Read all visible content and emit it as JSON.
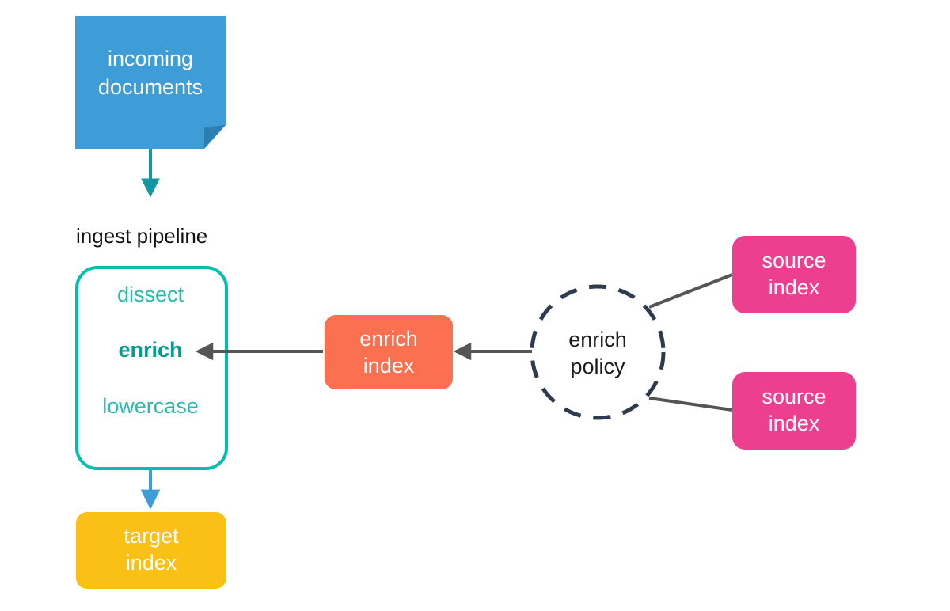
{
  "diagram": {
    "title": "ingest pipeline enrich flow",
    "background": "#ffffff",
    "captions": {
      "ingest_pipeline": "ingest pipeline"
    },
    "nodes": {
      "incoming_documents": {
        "label_line1": "incoming",
        "label_line2": "documents",
        "shape": "document-folded-corner",
        "fill": "#3e9dd6",
        "fold_fill": "#2b7fb3",
        "text_color": "#ffffff"
      },
      "pipeline_box": {
        "shape": "rounded-rectangle-outline",
        "stroke": "#00bfae",
        "fill": "#ffffff",
        "steps": [
          {
            "label": "dissect",
            "emphasis": "normal",
            "color": "#2bbbad"
          },
          {
            "label": "enrich",
            "emphasis": "bold",
            "color": "#029e92"
          },
          {
            "label": "lowercase",
            "emphasis": "normal",
            "color": "#2bbbad"
          }
        ]
      },
      "enrich_index": {
        "label_line1": "enrich",
        "label_line2": "index",
        "shape": "rounded-rectangle",
        "fill": "#fa7050",
        "text_color": "#ffffff"
      },
      "enrich_policy": {
        "label_line1": "enrich",
        "label_line2": "policy",
        "shape": "dashed-circle",
        "stroke": "#2e3a4e",
        "fill": "#ffffff",
        "text_color": "#1c1c1c"
      },
      "source_index_top": {
        "label_line1": "source",
        "label_line2": "index",
        "shape": "rounded-rectangle",
        "fill": "#ec3f8f",
        "text_color": "#ffffff"
      },
      "source_index_bottom": {
        "label_line1": "source",
        "label_line2": "index",
        "shape": "rounded-rectangle",
        "fill": "#ec3f8f",
        "text_color": "#ffffff"
      },
      "target_index": {
        "label_line1": "target",
        "label_line2": "index",
        "shape": "rounded-rectangle",
        "fill": "#fac016",
        "text_color": "#ffffff"
      }
    },
    "connectors": [
      {
        "name": "documents-to-pipeline",
        "from": "incoming_documents",
        "to": "pipeline_box",
        "color": "#1596a3",
        "arrow": true,
        "direction": "down"
      },
      {
        "name": "enrich-index-to-enrich-step",
        "from": "enrich_index",
        "to": "pipeline_box",
        "color": "#555555",
        "arrow": true,
        "direction": "left"
      },
      {
        "name": "policy-to-enrich-index",
        "from": "enrich_policy",
        "to": "enrich_index",
        "color": "#555555",
        "arrow": true,
        "direction": "left"
      },
      {
        "name": "source-index-top-to-policy",
        "from": "source_index_top",
        "to": "enrich_policy",
        "color": "#555555",
        "arrow": false,
        "direction": "none"
      },
      {
        "name": "source-index-bottom-to-policy",
        "from": "source_index_bottom",
        "to": "enrich_policy",
        "color": "#555555",
        "arrow": false,
        "direction": "none"
      },
      {
        "name": "pipeline-to-target-index",
        "from": "pipeline_box",
        "to": "target_index",
        "color": "#3e9dd6",
        "arrow": true,
        "direction": "down"
      }
    ]
  }
}
